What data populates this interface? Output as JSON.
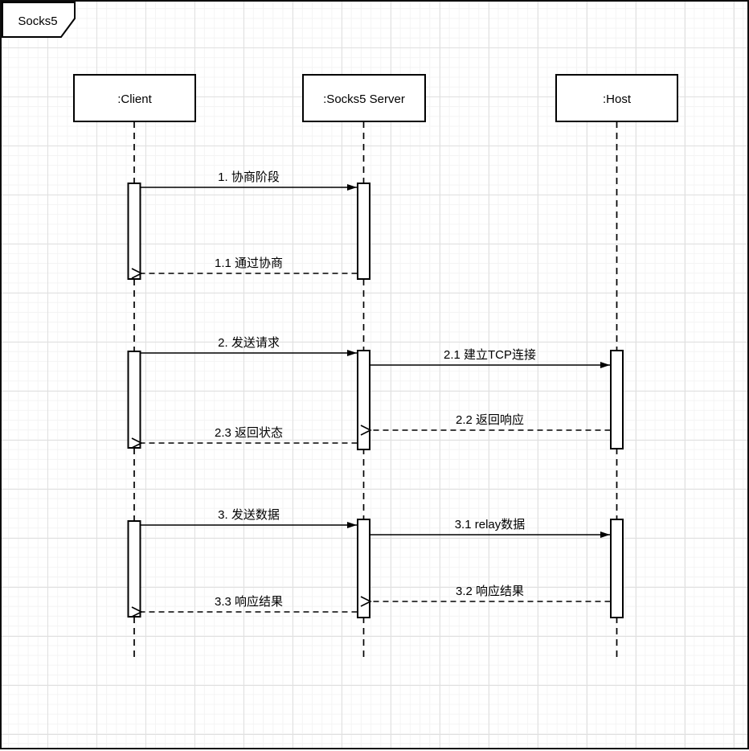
{
  "diagram": {
    "type": "uml-sequence",
    "frame_title": "Socks5",
    "lifelines": [
      {
        "label": ":Client"
      },
      {
        "label": ":Socks5 Server"
      },
      {
        "label": ":Host"
      }
    ],
    "messages": [
      {
        "label": "1. 协商阶段",
        "from": ":Client",
        "to": ":Socks5 Server",
        "line": "solid"
      },
      {
        "label": "1.1 通过协商",
        "from": ":Socks5 Server",
        "to": ":Client",
        "line": "dashed"
      },
      {
        "label": "2. 发送请求",
        "from": ":Client",
        "to": ":Socks5 Server",
        "line": "solid"
      },
      {
        "label": "2.1 建立TCP连接",
        "from": ":Socks5 Server",
        "to": ":Host",
        "line": "solid"
      },
      {
        "label": "2.2 返回响应",
        "from": ":Host",
        "to": ":Socks5 Server",
        "line": "dashed"
      },
      {
        "label": "2.3 返回状态",
        "from": ":Socks5 Server",
        "to": ":Client",
        "line": "dashed"
      },
      {
        "label": "3. 发送数据",
        "from": ":Client",
        "to": ":Socks5 Server",
        "line": "solid"
      },
      {
        "label": "3.1 relay数据",
        "from": ":Socks5 Server",
        "to": ":Host",
        "line": "solid"
      },
      {
        "label": "3.2 响应结果",
        "from": ":Host",
        "to": ":Socks5 Server",
        "line": "dashed"
      },
      {
        "label": "3.3 响应结果",
        "from": ":Socks5 Server",
        "to": ":Client",
        "line": "dashed"
      }
    ],
    "colors": {
      "stroke": "#000000",
      "shape_fill": "#ffffff",
      "grid_minor": "#f4f4f4",
      "grid_major": "#e0e0e0",
      "canvas": "#ffffff"
    }
  }
}
